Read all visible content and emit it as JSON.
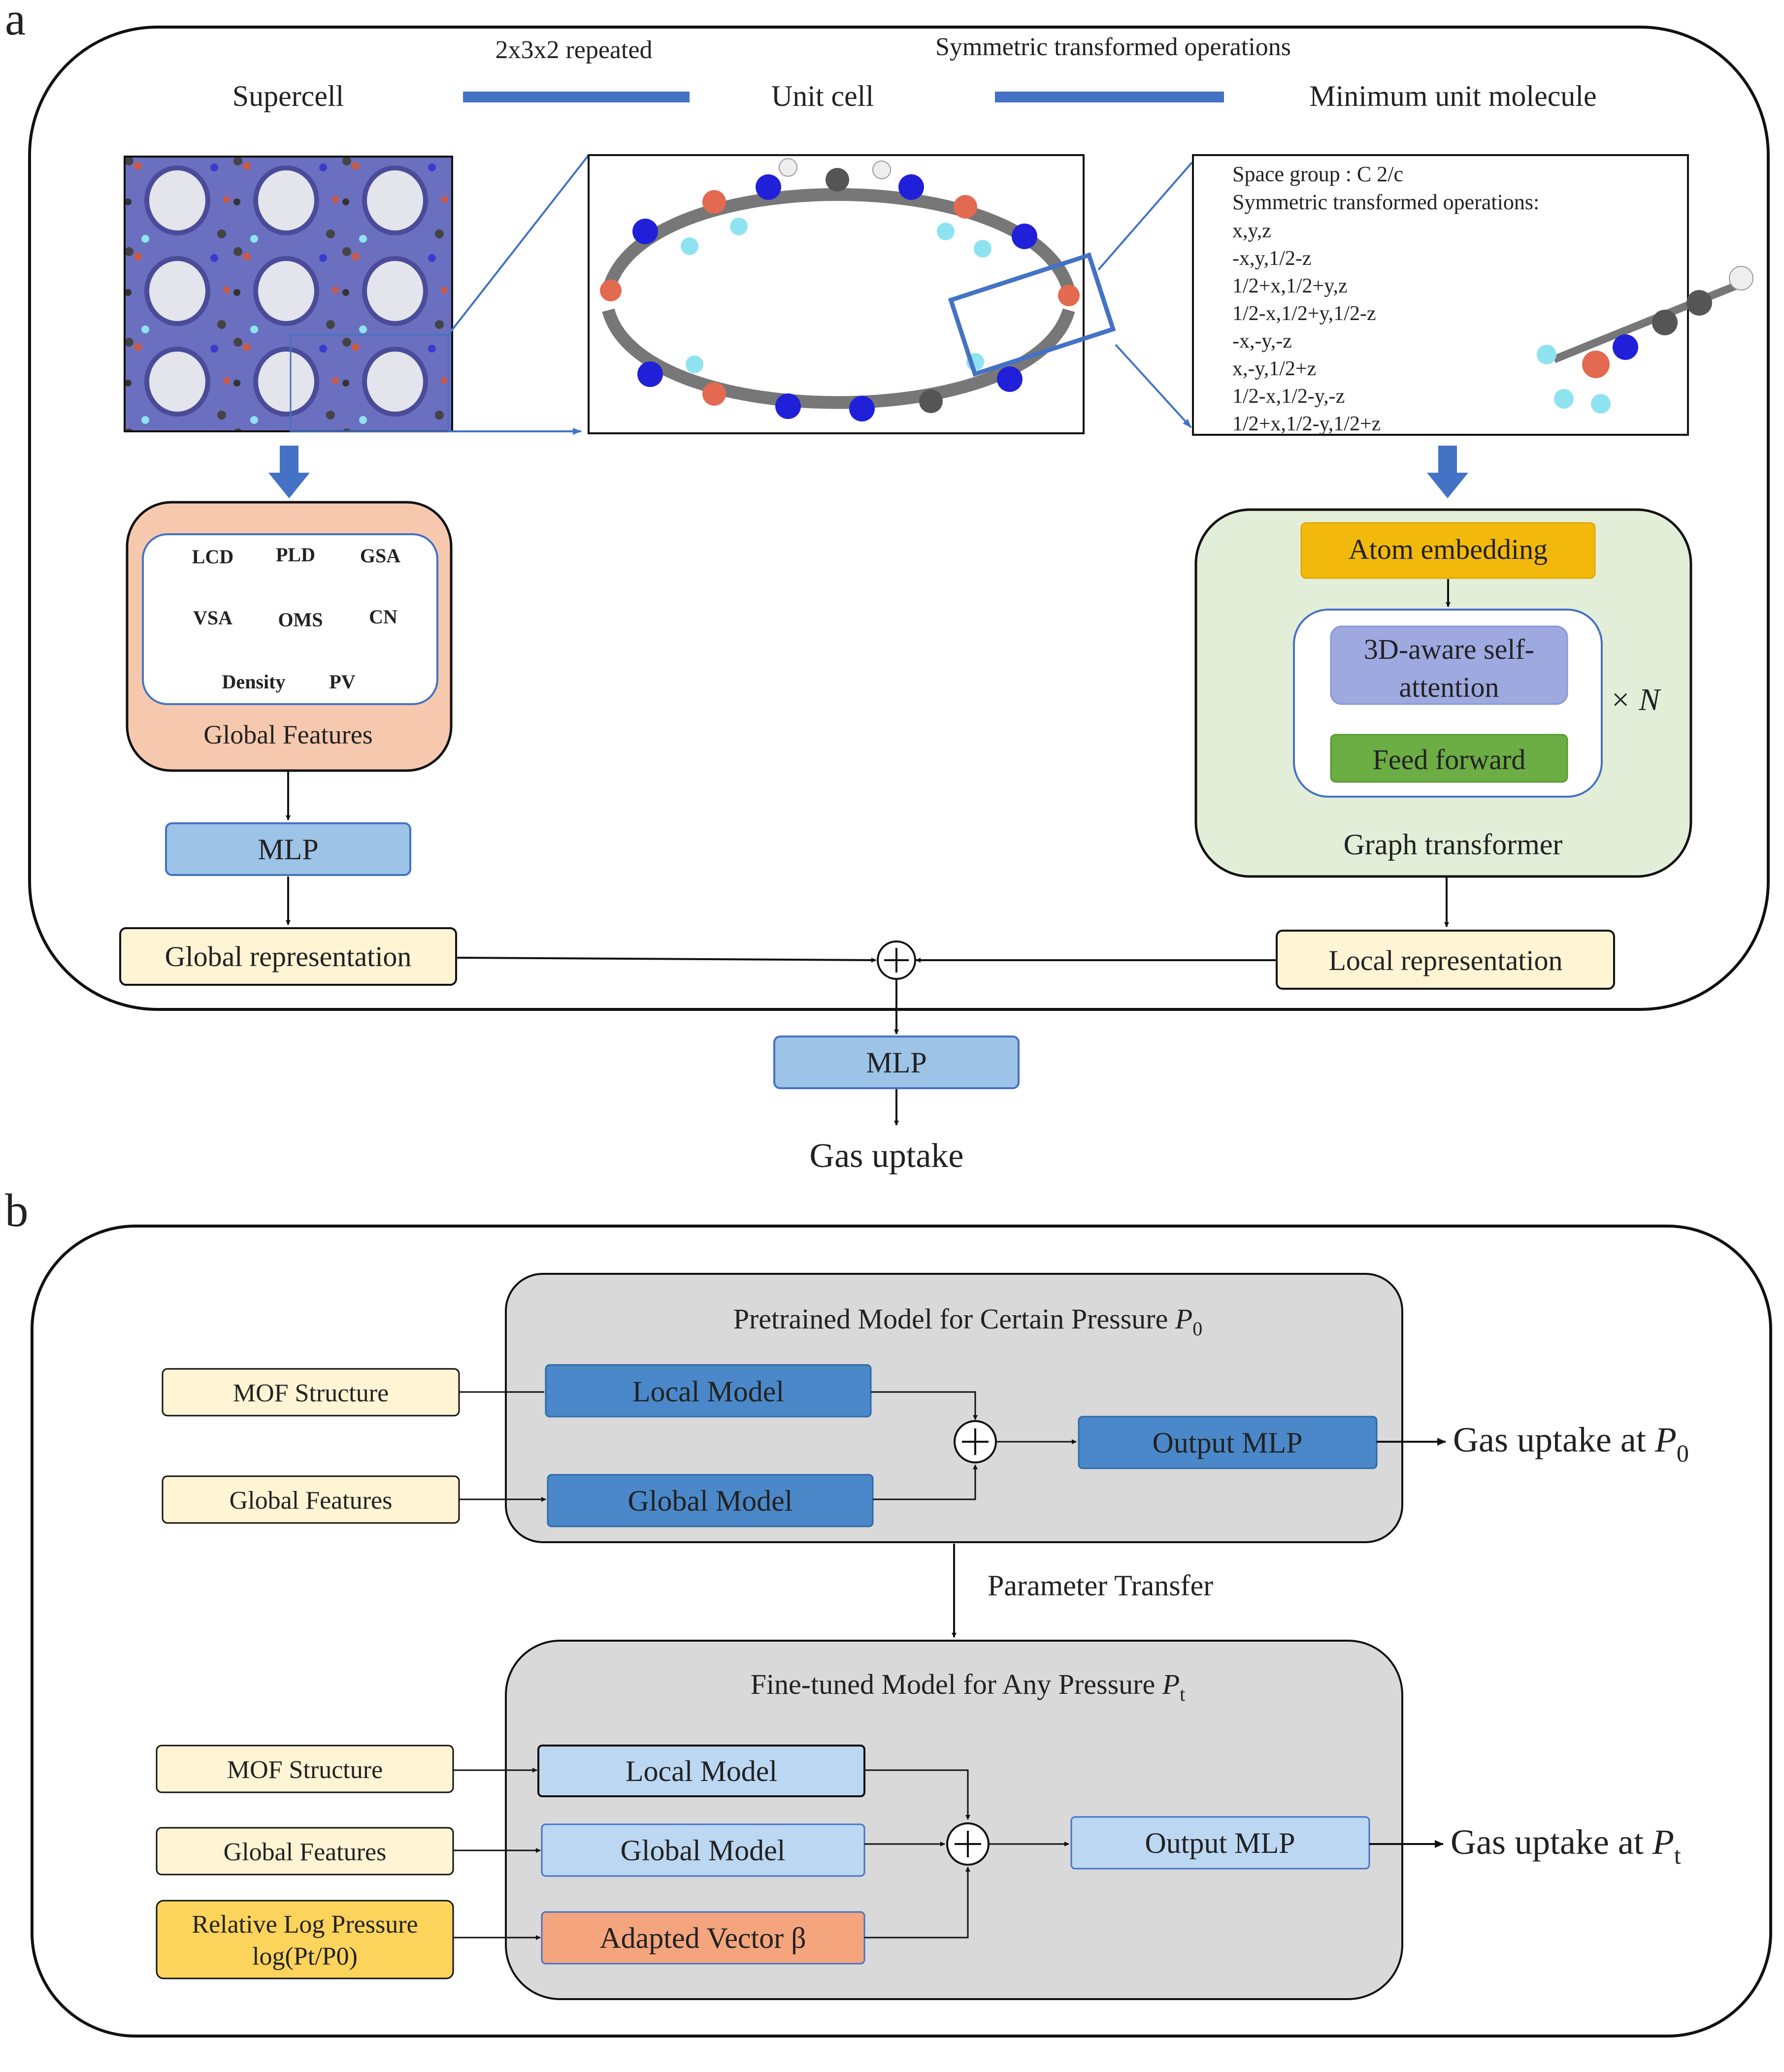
{
  "panel_a": {
    "label": "a",
    "top_labels": {
      "supercell": "Supercell",
      "unit_cell": "Unit cell",
      "min_unit": "Minimum unit molecule",
      "repeat": "2x3x2 repeated",
      "sym": "Symmetric transformed operations"
    },
    "space_group": {
      "title": "Space group : C 2/c",
      "ops_title": "Symmetric transformed operations:",
      "ops": [
        "x,y,z",
        "-x,y,1/2-z",
        "1/2+x,1/2+y,z",
        "1/2-x,1/2+y,1/2-z",
        "-x,-y,-z",
        "x,-y,1/2+z",
        "1/2-x,1/2-y,-z",
        "1/2+x,1/2-y,1/2+z"
      ]
    },
    "global_features": {
      "items": [
        "LCD",
        "PLD",
        "GSA",
        "VSA",
        "OMS",
        "CN",
        "Density",
        "PV"
      ],
      "title": "Global Features"
    },
    "mlp_left": "MLP",
    "global_rep": "Global representation",
    "graph_transformer": {
      "atom_embedding": "Atom embedding",
      "attention": "3D-aware self-attention",
      "attention_line1": "3D-aware self-",
      "attention_line2": "attention",
      "feed_forward": "Feed forward",
      "repeat": "× N",
      "title": "Graph transformer"
    },
    "local_rep": "Local representation",
    "mlp_out": "MLP",
    "gas_uptake": "Gas uptake"
  },
  "panel_b": {
    "label": "b",
    "pretrained": {
      "title": "Pretrained Model for Certain Pressure P0",
      "title_main": "Pretrained Model for Certain Pressure ",
      "title_var": "P",
      "title_sub": "0",
      "mof": "MOF Structure",
      "global_features": "Global Features",
      "local_model": "Local Model",
      "global_model": "Global Model",
      "output_mlp": "Output MLP",
      "result": "Gas uptake at P0",
      "result_main": "Gas uptake at ",
      "result_var": "P",
      "result_sub": "0"
    },
    "transfer": "Parameter Transfer",
    "finetuned": {
      "title": "Fine-tuned Model for Any Pressure Pt",
      "title_main": "Fine-tuned Model for Any Pressure ",
      "title_var": "P",
      "title_sub": "t",
      "mof": "MOF Structure",
      "global_features": "Global Features",
      "rel_log_line1": "Relative Log Pressure",
      "rel_log_line2": "log(Pt/P0)",
      "local_model": "Local Model",
      "global_model": "Global Model",
      "adapted_vector": "Adapted Vector β",
      "output_mlp": "Output MLP",
      "result": "Gas uptake at Pt",
      "result_main": "Gas uptake at ",
      "result_var": "P",
      "result_sub": "t"
    }
  },
  "colors": {
    "peach": "#f6c9ae",
    "light_green": "#e2eed8",
    "gold": "#f2b90c",
    "lavender": "#9ea9e0",
    "green": "#6cad44",
    "blue_box": "#9dc3e6",
    "dark_blue": "#4a88c9",
    "light_blue": "#bcd7f2",
    "orange": "#f4a57e",
    "cream": "#fff4d4",
    "yellow": "#fcd45c",
    "gray": "#d9d9d9",
    "arrow_blue": "#4472c4"
  }
}
